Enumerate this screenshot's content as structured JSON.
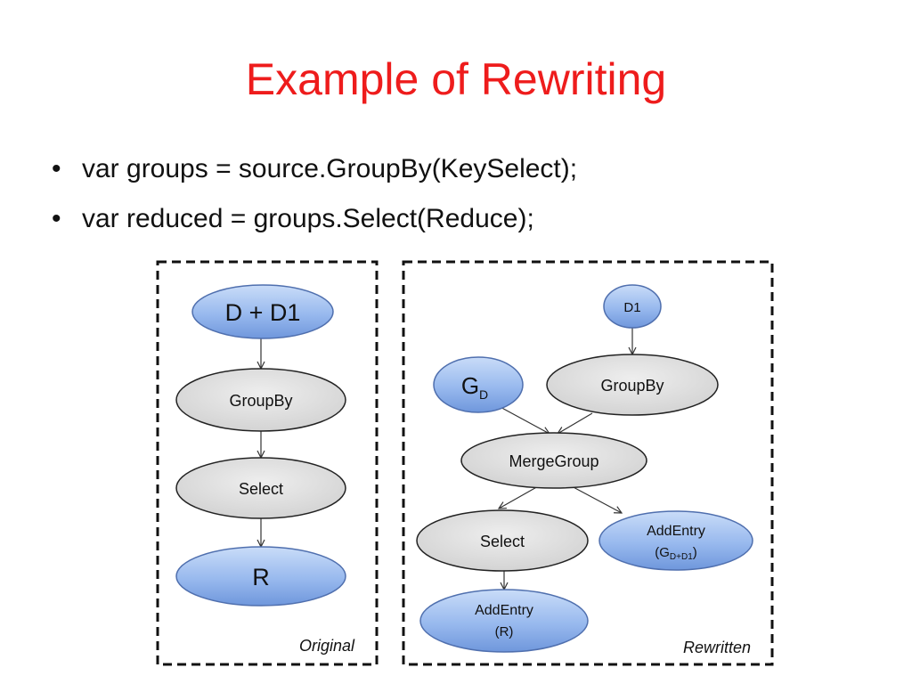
{
  "slide": {
    "title": "Example of Rewriting",
    "title_color": "#ee1c1c",
    "bullet_symbol": "•",
    "bullets": [
      "var groups = source.GroupBy(KeySelect);",
      "var reduced = groups.Select(Reduce);"
    ]
  },
  "diagram": {
    "original": {
      "caption": "Original",
      "nodes": {
        "d_plus_d1": "D + D1",
        "groupby": "GroupBy",
        "select": "Select",
        "r": "R"
      }
    },
    "rewritten": {
      "caption": "Rewritten",
      "nodes": {
        "d1": "D1",
        "gd": "G",
        "gd_sub": "D",
        "groupby": "GroupBy",
        "mergegroup": "MergeGroup",
        "select": "Select",
        "addentry_g_line1": "AddEntry",
        "addentry_g_line2_open": "(G",
        "addentry_g_sub": "D+D1",
        "addentry_g_line2_close": ")",
        "addentry_r_line1": "AddEntry",
        "addentry_r_line2": "(R)"
      }
    },
    "colors": {
      "blue_node": "#8fb1ea",
      "gray_node": "#dcdcdc",
      "stroke": "#333333"
    }
  }
}
